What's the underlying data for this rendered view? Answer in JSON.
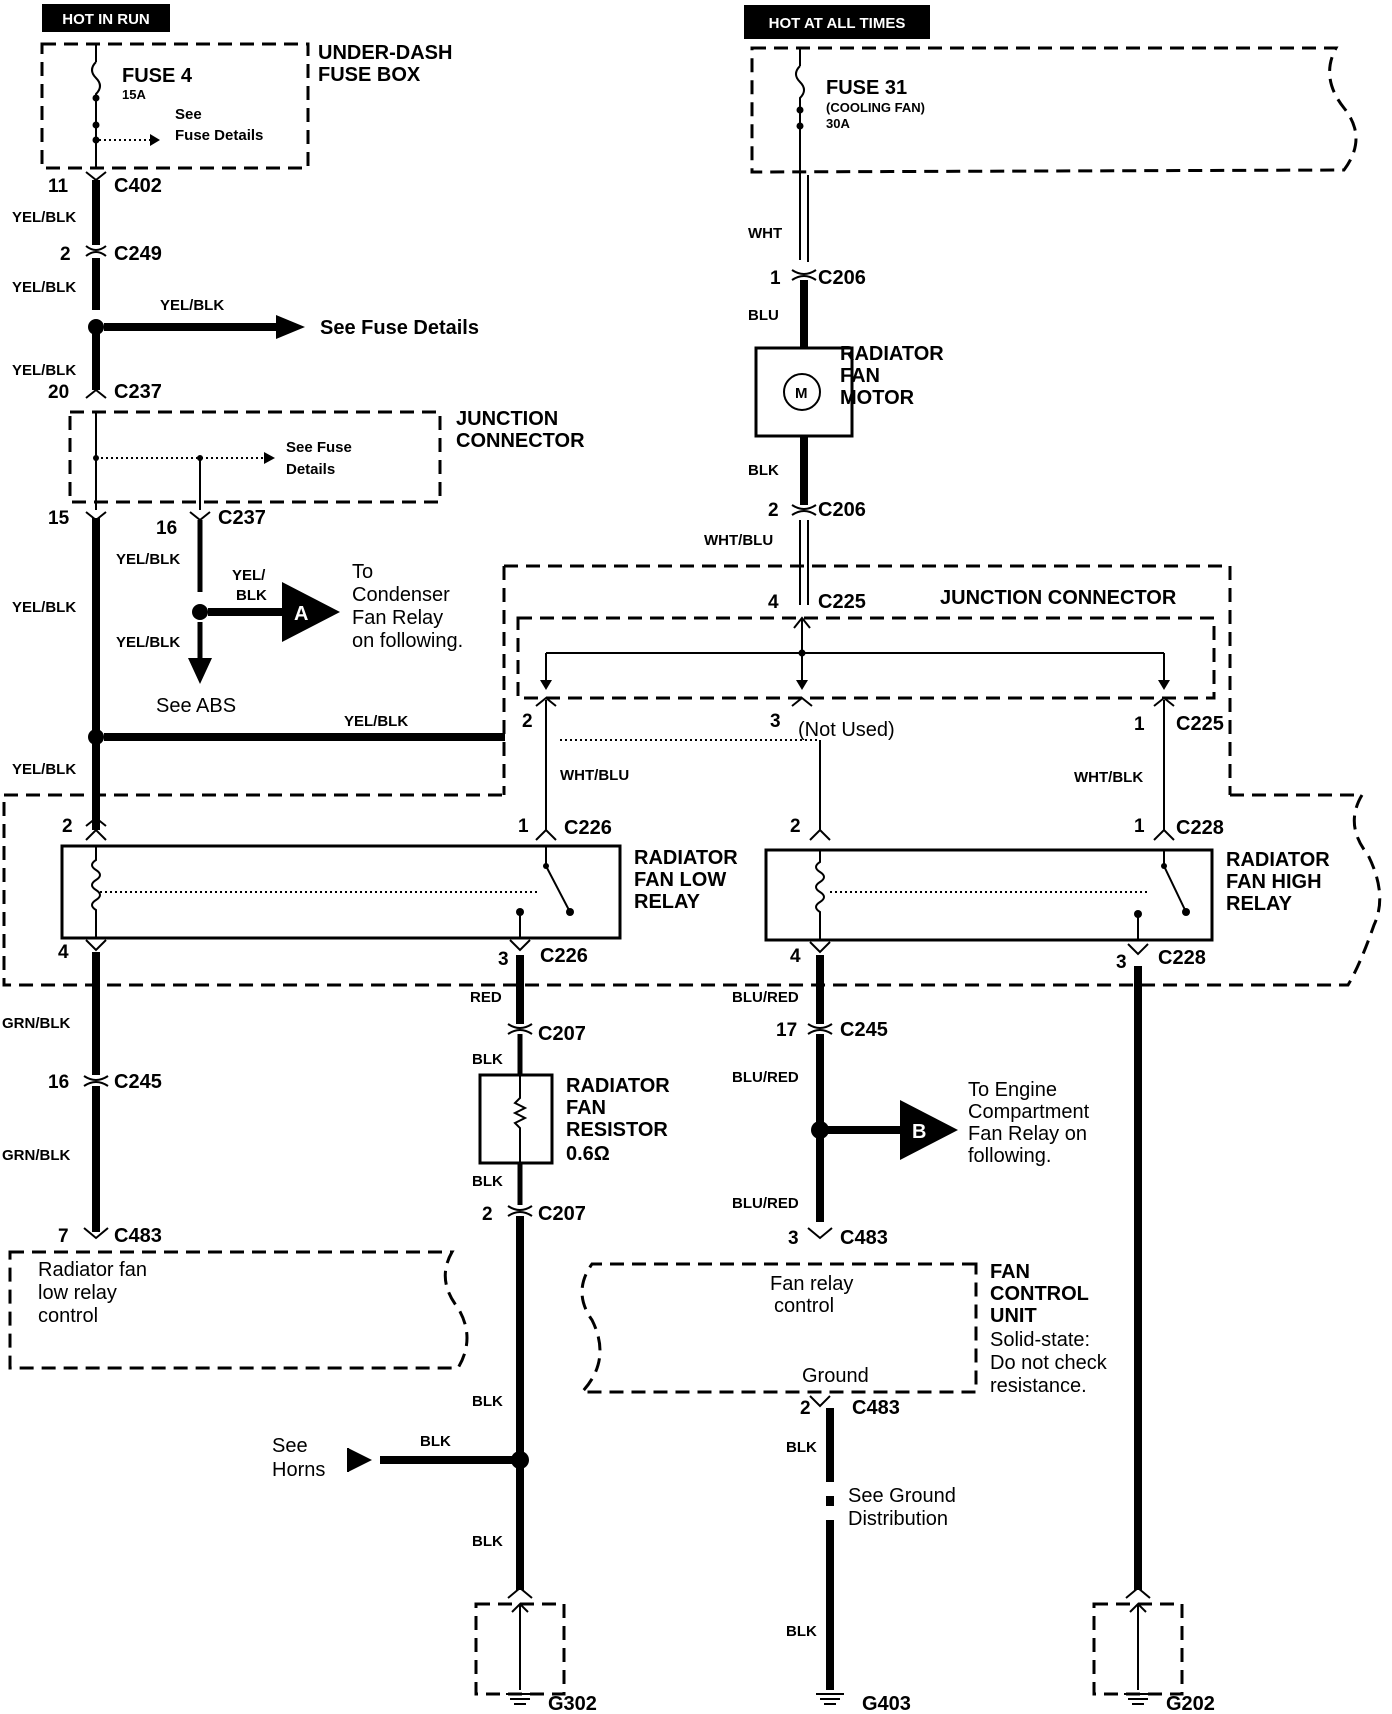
{
  "headers": {
    "hot_in_run": "HOT IN RUN",
    "hot_at_all_times": "HOT AT ALL TIMES"
  },
  "components": {
    "fuse4": {
      "name": "FUSE 4",
      "rating": "15A"
    },
    "underdash": {
      "line1": "UNDER-DASH",
      "line2": "FUSE BOX"
    },
    "see_fuse_details": "See Fuse Details",
    "see_fuse_details_a": "See",
    "see_fuse_details_b": "Fuse Details",
    "fuse31": {
      "name": "FUSE 31",
      "sub": "(COOLING FAN)",
      "rating": "30A"
    },
    "motor": {
      "line1": "RADIATOR",
      "line2": "FAN",
      "line3": "MOTOR",
      "symbol": "M"
    },
    "junction1": {
      "line1": "JUNCTION",
      "line2": "CONNECTOR",
      "note1": "See Fuse",
      "note2": "Details"
    },
    "junction2": "JUNCTION CONNECTOR",
    "not_used": "(Not Used)",
    "condenser": {
      "line1": "To",
      "line2": "Condenser",
      "line3": "Fan Relay",
      "line4": "on following.",
      "arrow": "A",
      "wire_a": "YEL/",
      "wire_b": "BLK"
    },
    "see_abs": "See ABS",
    "low_relay": {
      "line1": "RADIATOR",
      "line2": "FAN LOW",
      "line3": "RELAY"
    },
    "high_relay": {
      "line1": "RADIATOR",
      "line2": "FAN HIGH",
      "line3": "RELAY"
    },
    "resistor": {
      "line1": "RADIATOR",
      "line2": "FAN",
      "line3": "RESISTOR",
      "value": "0.6Ω"
    },
    "engine": {
      "line1": "To Engine",
      "line2": "Compartment",
      "line3": "Fan Relay on",
      "line4": "following.",
      "arrow": "B"
    },
    "fcu_low": {
      "line1": "Radiator fan",
      "line2": "low relay",
      "line3": "control"
    },
    "fcu_relay": {
      "line1": "Fan relay",
      "line2": "control"
    },
    "fcu_ground": "Ground",
    "fcu": {
      "line1": "FAN",
      "line2": "CONTROL",
      "line3": "UNIT",
      "line4": "Solid-state:",
      "line5": "Do not check",
      "line6": "resistance."
    },
    "see_horns": {
      "line1": "See",
      "line2": "Horns"
    },
    "see_ground": {
      "line1": "See Ground",
      "line2": "Distribution"
    },
    "grounds": {
      "g302": "G302",
      "g403": "G403",
      "g202": "G202"
    }
  },
  "connectors": {
    "c402": "C402",
    "c249": "C249",
    "c237a": "C237",
    "c237b": "C237",
    "c206a": "C206",
    "c206b": "C206",
    "c225a": "C225",
    "c225b": "C225",
    "c226a": "C226",
    "c226b": "C226",
    "c228a": "C228",
    "c228b": "C228",
    "c245a": "C245",
    "c245b": "C245",
    "c207a": "C207",
    "c207b": "C207",
    "c483a": "C483",
    "c483b": "C483",
    "c483c": "C483"
  },
  "pins": {
    "p11": "11",
    "p2a": "2",
    "p20": "20",
    "p15": "15",
    "p16a": "16",
    "p1a": "1",
    "p2b": "2",
    "p4a": "4",
    "p2c": "2",
    "p3a": "3",
    "p1b": "1",
    "p2d": "2",
    "p1c": "1",
    "p2e": "2",
    "p1d": "1",
    "p4b": "4",
    "p3b": "3",
    "p4c": "4",
    "p3c": "3",
    "p16b": "16",
    "p7": "7",
    "p17": "17",
    "p3d": "3",
    "p2f": "2",
    "p2g": "2"
  },
  "wires": {
    "w1": "YEL/BLK",
    "w2": "YEL/BLK",
    "w3": "YEL/BLK",
    "w4": "YEL/BLK",
    "w5": "YEL/BLK",
    "w6": "YEL/BLK",
    "w7": "YEL/BLK",
    "w8": "YEL/BLK",
    "w9": "YEL/BLK",
    "w10": "WHT",
    "w11": "BLU",
    "w12": "BLK",
    "w13": "WHT/BLU",
    "w14": "WHT/BLU",
    "w15": "WHT/BLK",
    "w16": "GRN/BLK",
    "w17": "GRN/BLK",
    "w18": "RED",
    "w19": "BLK",
    "w20": "BLK",
    "w21": "BLK",
    "w22": "BLK",
    "w23": "BLK",
    "w24": "BLU/RED",
    "w25": "BLU/RED",
    "w26": "BLU/RED",
    "w27": "BLK",
    "w28": "BLK"
  }
}
